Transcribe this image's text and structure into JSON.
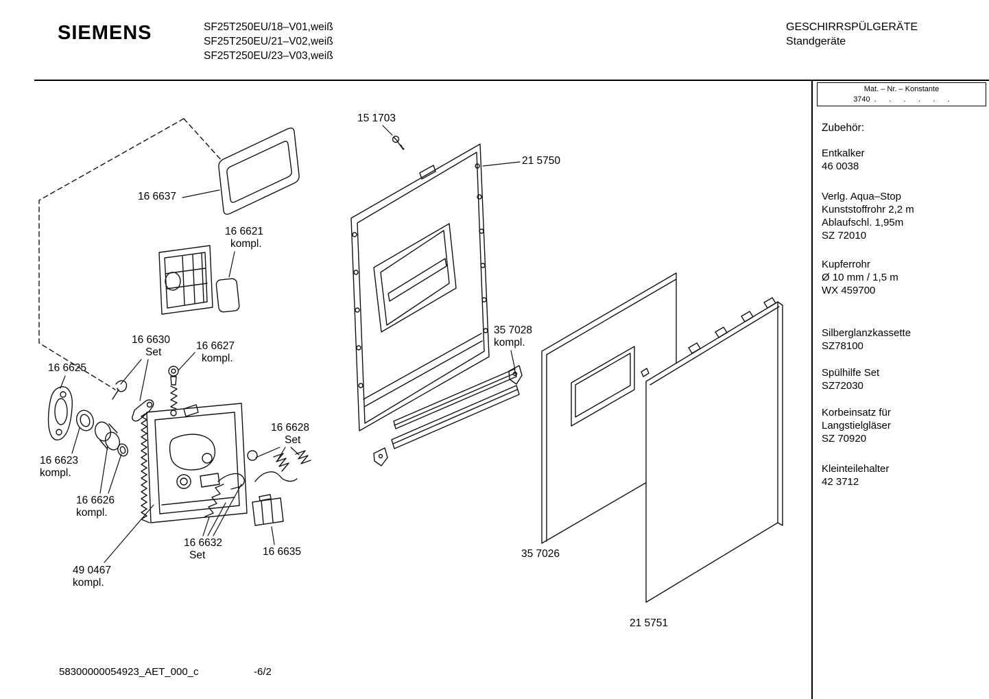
{
  "header": {
    "brand": "SIEMENS",
    "model_lines": [
      "SF25T250EU/18–V01,weiß",
      "SF25T250EU/21–V02,weiß",
      "SF25T250EU/23–V03,weiß"
    ],
    "category": "GESCHIRRSPÜLGERÄTE",
    "type": "Standgeräte"
  },
  "sidebar": {
    "mat_box_line1": "Mat. – Nr. – Konstante",
    "mat_box_line2": "3740  .      .      .      .      .      .",
    "accessories_title": "Zubehör:",
    "accessories": [
      {
        "lines": [
          "Entkalker",
          "46 0038"
        ]
      },
      {
        "lines": [
          "Verlg. Aqua–Stop",
          "Kunststoffrohr 2,2 m",
          "Ablaufschl. 1,95m",
          "SZ 72010"
        ]
      },
      {
        "lines": [
          "Kupferrohr",
          "Ø 10 mm / 1,5 m",
          "WX 459700"
        ]
      },
      {
        "lines": [
          "Silberglanzkassette",
          "SZ78100"
        ]
      },
      {
        "lines": [
          "Spülhilfe Set",
          "SZ72030"
        ]
      },
      {
        "lines": [
          "Korbeinsatz für",
          "Langstielgläser",
          "SZ 70920"
        ]
      },
      {
        "lines": [
          "Kleinteilehalter",
          "42 3712"
        ]
      }
    ]
  },
  "parts": {
    "p151703": {
      "number": "15 1703"
    },
    "p215750": {
      "number": "21 5750"
    },
    "p166637": {
      "number": "16 6637"
    },
    "p166621": {
      "number": "16 6621",
      "suffix": "kompl."
    },
    "p166630": {
      "number": "16 6630",
      "suffix": "Set"
    },
    "p166627": {
      "number": "16 6627",
      "suffix": "kompl."
    },
    "p166625": {
      "number": "16 6625"
    },
    "p166623": {
      "number": "16 6623",
      "suffix": "kompl."
    },
    "p166626": {
      "number": "16 6626",
      "suffix": "kompl."
    },
    "p166632": {
      "number": "16 6632",
      "suffix": "Set"
    },
    "p166635": {
      "number": "16 6635"
    },
    "p166628": {
      "number": "16 6628",
      "suffix": "Set"
    },
    "p490467": {
      "number": "49 0467",
      "suffix": "kompl."
    },
    "p357028": {
      "number": "35 7028",
      "suffix": "kompl."
    },
    "p357026": {
      "number": "35 7026"
    },
    "p215751": {
      "number": "21 5751"
    }
  },
  "footer": {
    "doc_id": "58300000054923_AET_000_c",
    "page": "-6/2"
  }
}
